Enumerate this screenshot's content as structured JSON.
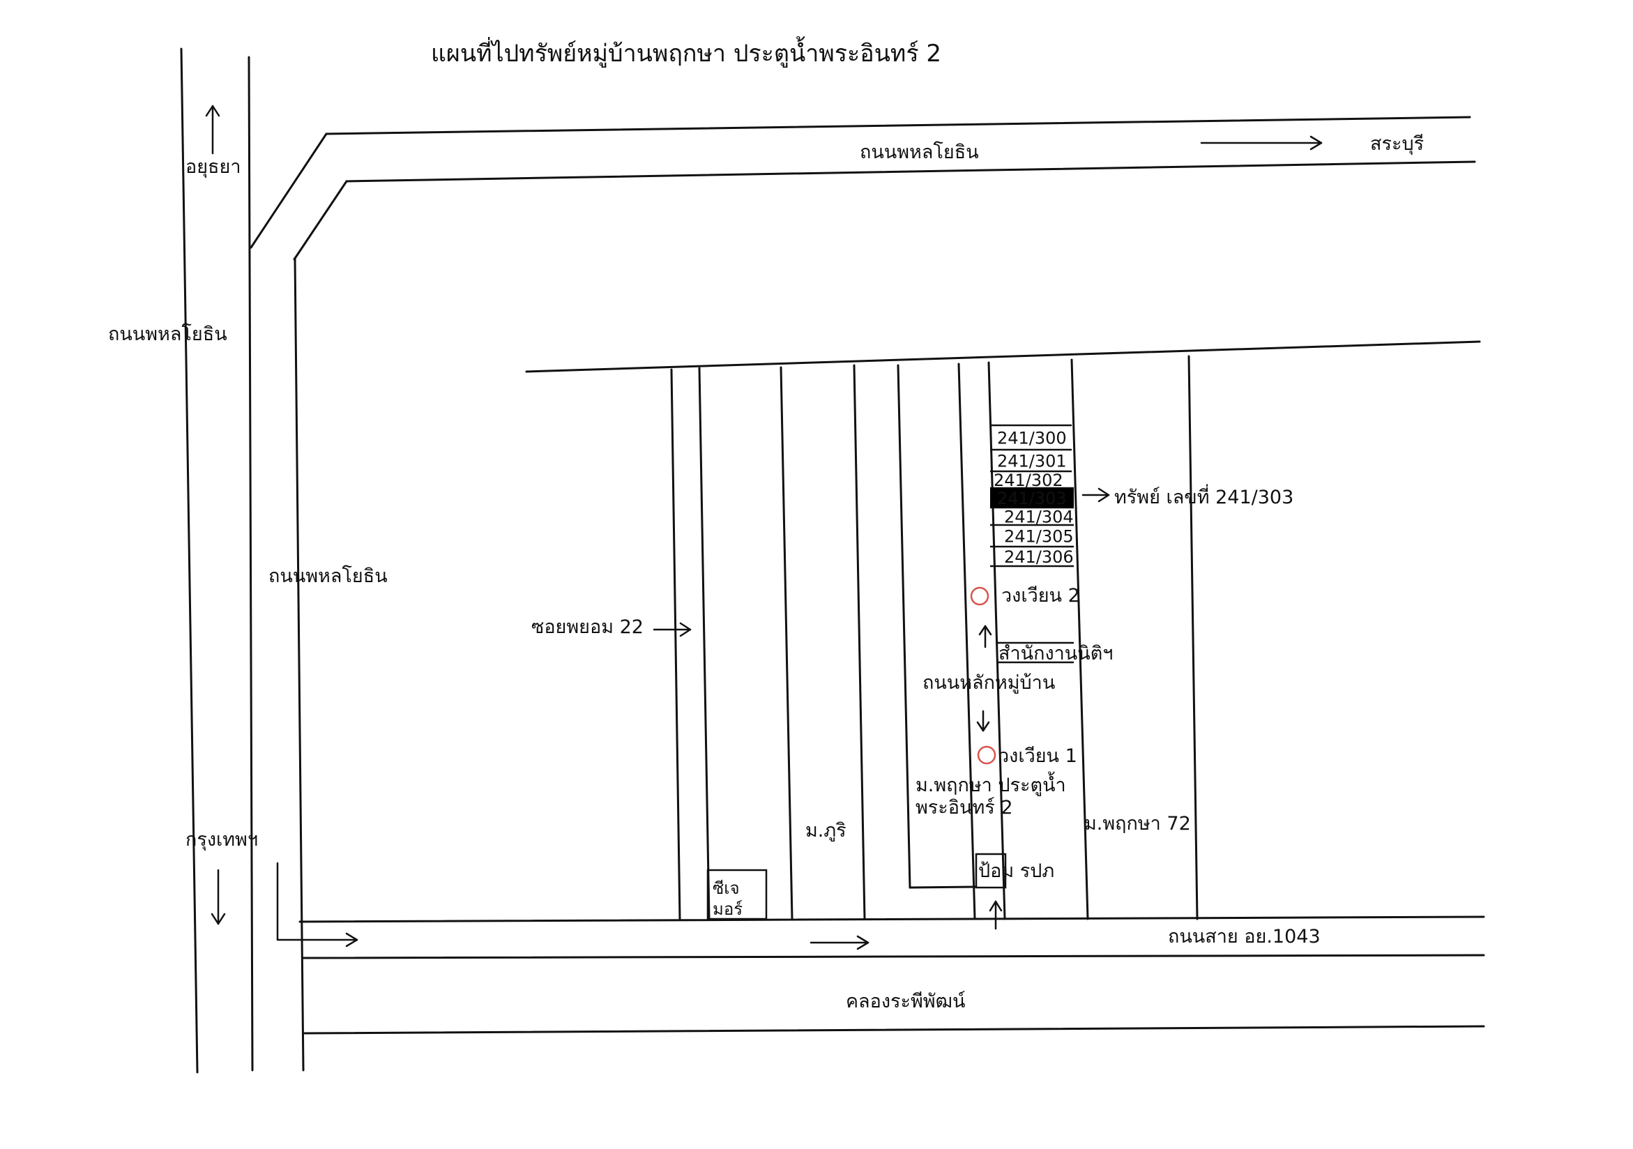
{
  "title": "แผนที่ไปทรัพย์หมู่บ้านพฤกษา ประตูน้ำพระอินทร์ 2",
  "labels": {
    "ayutthaya": "อยุธยา",
    "saraburi": "สระบุรี",
    "phahon_top": "ถนนพหลโยธิน",
    "phahon_left": "ถนนพหลโยธิน",
    "phahon_frontage": "ถนนพหลโยธิน",
    "bangkok": "กรุงเทพฯ",
    "soi_phayom": "ซอยพยอม 22",
    "cj_line1": "ซีเจ",
    "cj_line2": "มอร์",
    "phuri": "ม.ภูริ",
    "main_road": "ถนนหลักหมู่บ้าน",
    "roundabout_2": "วงเวียน 2",
    "roundabout_1": "วงเวียน 1",
    "juristic_office": "สำนักงานนิติฯ",
    "project_line1": "ม.พฤกษา ประตูน้ำ",
    "project_line2": "พระอินทร์ 2",
    "pruksa_72": "ม.พฤกษา 72",
    "guard_post": "ป้อม รปภ",
    "road_1043": "ถนนสาย อย.1043",
    "canal": "คลองระพีพัฒน์",
    "property": "ทรัพย์ เลขที่ 241/303"
  },
  "units": [
    {
      "id": "241/300",
      "highlight": false
    },
    {
      "id": "241/301",
      "highlight": false
    },
    {
      "id": "241/302",
      "highlight": false
    },
    {
      "id": "241/303",
      "highlight": true
    },
    {
      "id": "241/304",
      "highlight": false
    },
    {
      "id": "241/305",
      "highlight": false
    },
    {
      "id": "241/306",
      "highlight": false
    }
  ],
  "colors": {
    "ink": "#111111",
    "roundabout_marker": "#d9534f",
    "highlight_unit": "#000000"
  }
}
